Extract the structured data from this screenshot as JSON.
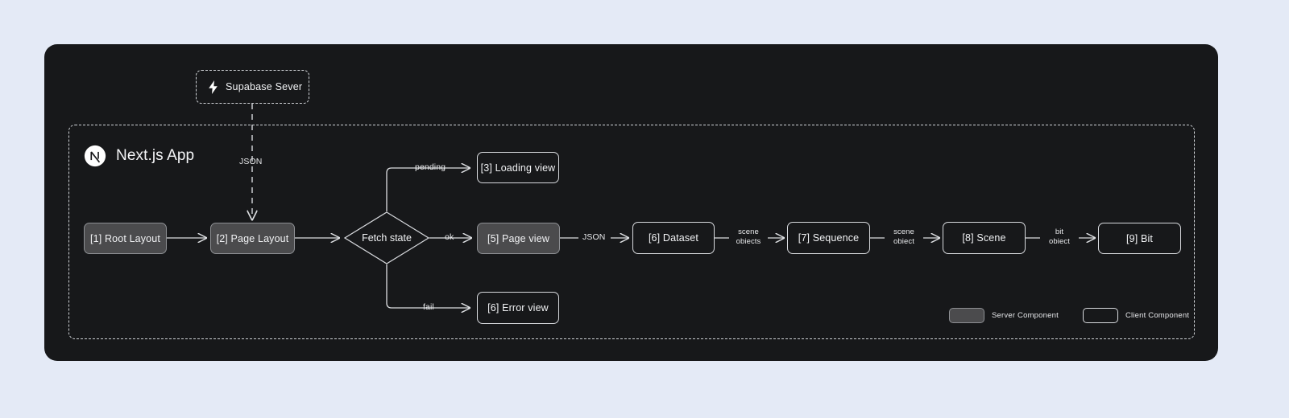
{
  "canvas": {
    "background_color": "#e4eaf6",
    "panel_color": "#17181a",
    "stroke_color": "#d8dade",
    "server_fill": "#4b4b4d"
  },
  "external": {
    "supabase": {
      "label": "Supabase Sever",
      "icon": "lightning-bolt-icon"
    }
  },
  "container": {
    "title": "Next.js App",
    "logo": "nextjs-logo-icon"
  },
  "nodes": [
    {
      "id": "root-layout",
      "label": "[1] Root Layout",
      "kind": "server"
    },
    {
      "id": "page-layout",
      "label": "[2] Page Layout",
      "kind": "server"
    },
    {
      "id": "fetch-state",
      "label": "Fetch state",
      "kind": "decision"
    },
    {
      "id": "loading-view",
      "label": "[3] Loading view",
      "kind": "client"
    },
    {
      "id": "page-view",
      "label": "[5] Page view",
      "kind": "server"
    },
    {
      "id": "error-view",
      "label": "[6] Error view",
      "kind": "client"
    },
    {
      "id": "dataset",
      "label": "[6] Dataset",
      "kind": "client"
    },
    {
      "id": "sequence",
      "label": "[7] Sequence",
      "kind": "client"
    },
    {
      "id": "scene",
      "label": "[8] Scene",
      "kind": "client"
    },
    {
      "id": "bit",
      "label": "[9] Bit",
      "kind": "client"
    }
  ],
  "edge_labels": {
    "supabase_to_page_layout": "JSON",
    "fetch_pending": "pending",
    "fetch_ok": "ok",
    "fetch_fail": "fail",
    "page_view_to_dataset": "JSON",
    "dataset_to_sequence_line1": "scene",
    "dataset_to_sequence_line2": "obiects",
    "sequence_to_scene_line1": "scene",
    "sequence_to_scene_line2": "obiect",
    "scene_to_bit_line1": "bit",
    "scene_to_bit_line2": "obiect"
  },
  "legend": {
    "server_label": "Server Component",
    "client_label": "Client Component"
  }
}
